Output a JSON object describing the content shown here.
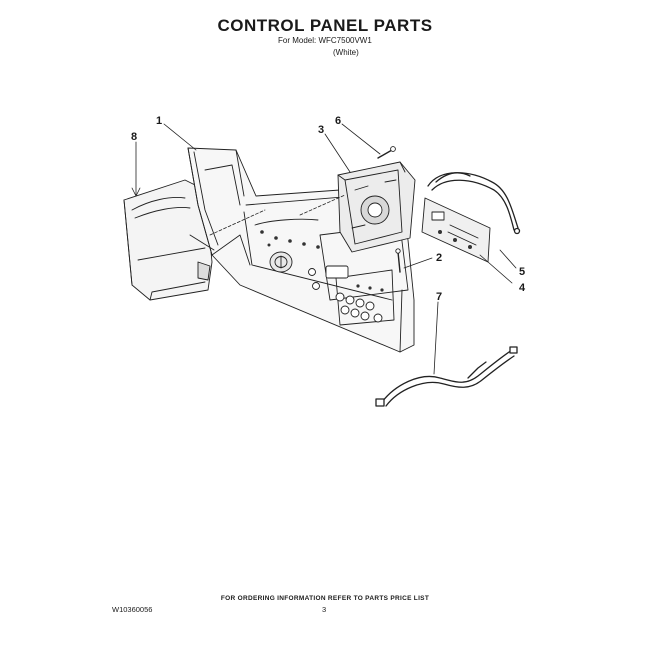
{
  "header": {
    "title": "CONTROL PANEL PARTS",
    "model_line": "For Model: WFC7500VW1",
    "color_line": "(White)"
  },
  "callouts": {
    "c1": "1",
    "c2": "2",
    "c3": "3",
    "c4": "4",
    "c5": "5",
    "c6": "6",
    "c7": "7",
    "c8": "8"
  },
  "footer": {
    "ordering_note": "FOR ORDERING INFORMATION REFER TO PARTS PRICE LIST",
    "doc_number": "W10360056",
    "page_number": "3"
  }
}
